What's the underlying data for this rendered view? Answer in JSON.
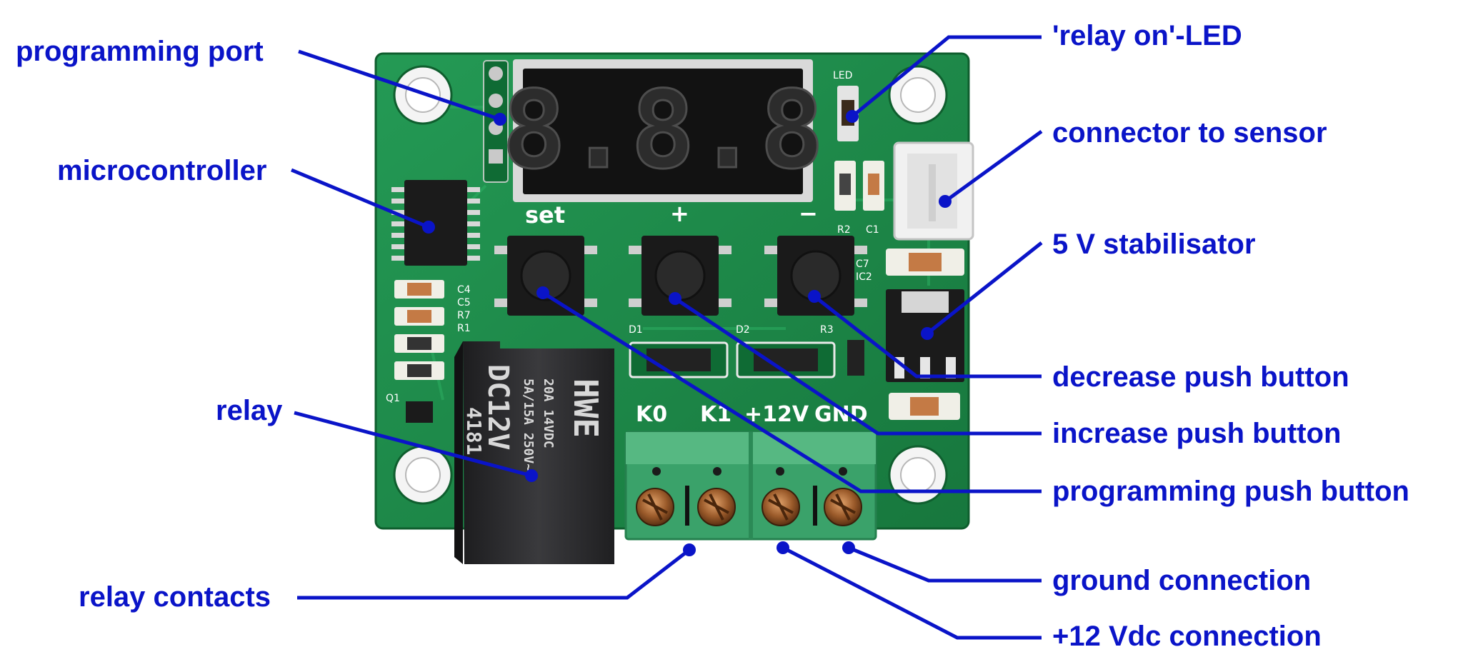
{
  "labels": {
    "programming_port": "programming port",
    "microcontroller": "microcontroller",
    "relay": "relay",
    "relay_contacts": "relay contacts",
    "relay_on_led": "'relay on'-LED",
    "connector_to_sensor": "connector to sensor",
    "stabilisator_5v": "5 V stabilisator",
    "decrease_push_button": "decrease push button",
    "increase_push_button": "increase push button",
    "programming_push_button": "programming push button",
    "ground_connection": "ground connection",
    "plus12_vdc_connection": "+12 Vdc connection"
  },
  "board": {
    "display_digits": "8.8.8",
    "button_set": "set",
    "button_plus": "+",
    "button_minus": "−",
    "led_marking": "LED",
    "terminal_k0": "K0",
    "terminal_k1": "K1",
    "terminal_12v": "+12V",
    "terminal_gnd": "GND",
    "comp_c4": "C4",
    "comp_c5": "C5",
    "comp_r7": "R7",
    "comp_r1": "R1",
    "comp_d1": "D1",
    "comp_d2": "D2",
    "comp_r3": "R3",
    "comp_r2": "R2",
    "comp_c1": "C1",
    "comp_c7": "C7",
    "comp_ic2": "IC2",
    "comp_q1": "Q1",
    "relay_brand": "HWE",
    "relay_line1": "DC12V",
    "relay_line2": "4181",
    "relay_line3": "20A  14VDC",
    "relay_line4": "5A/15A 250V~"
  },
  "colors": {
    "label": "#0a14c8",
    "pcb": "#1f8f4c",
    "terminal": "#3aa26a",
    "relay": "#2e2e30"
  }
}
